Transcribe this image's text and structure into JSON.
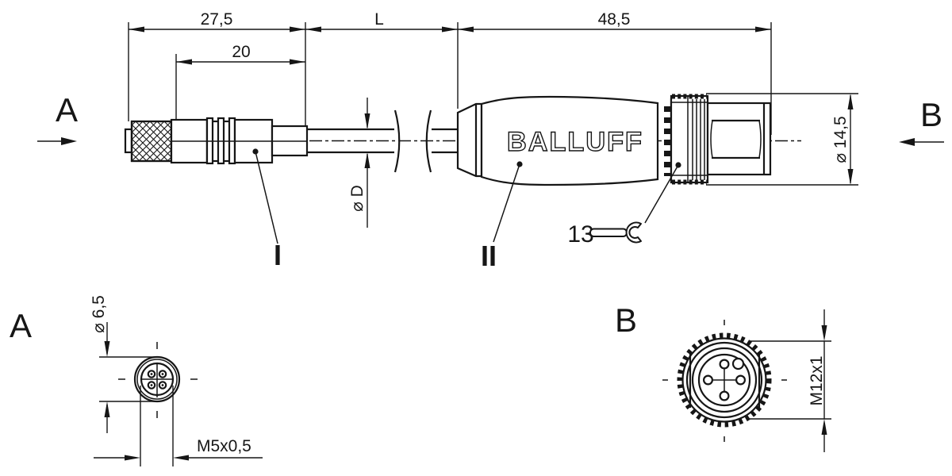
{
  "colors": {
    "line": "#161616",
    "background": "#ffffff"
  },
  "side_view": {
    "brand": "BALLUFF",
    "view_label_a": "A",
    "view_label_b": "B",
    "dim_m5_connector_length": "27,5",
    "dim_m5_body_length": "20",
    "dim_cable_length": "L",
    "dim_m12_connector_length": "48,5",
    "dim_cable_diameter": "⌀ D",
    "dim_m12_diameter": "⌀ 14,5",
    "wrench_size": "13",
    "ref_item_1": "I",
    "ref_item_2": "II"
  },
  "view_a": {
    "label": "A",
    "dim_diameter": "⌀ 6,5",
    "dim_thread": "M5x0,5"
  },
  "view_b": {
    "label": "B",
    "dim_thread": "M12x1"
  }
}
